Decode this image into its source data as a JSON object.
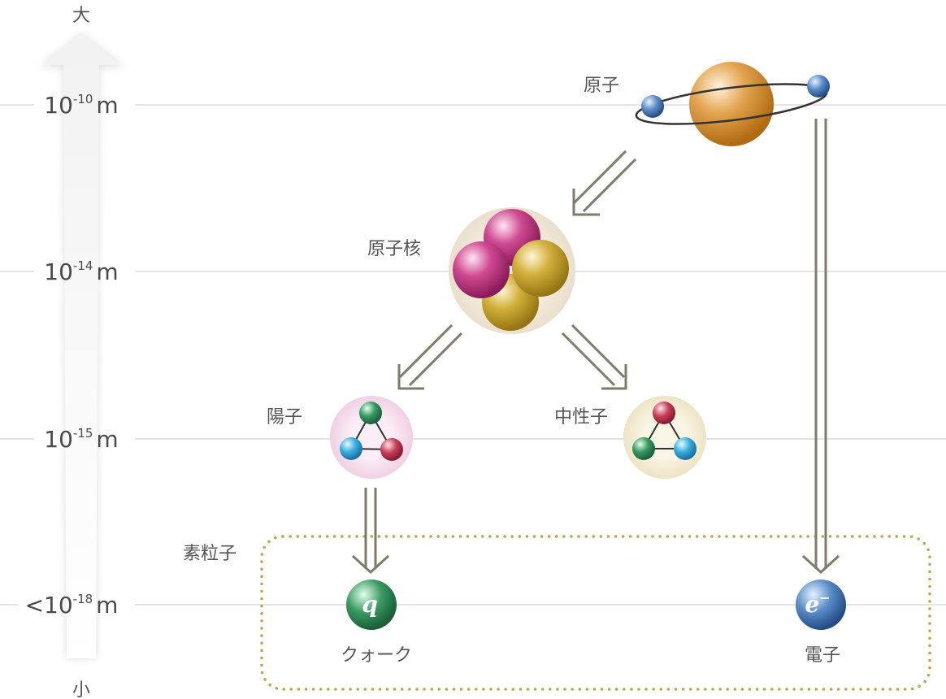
{
  "axis": {
    "top_label": "大",
    "bottom_label": "小",
    "scales": [
      {
        "prefix": "10",
        "exponent": "-10",
        "unit": "m"
      },
      {
        "prefix": "10",
        "exponent": "-14",
        "unit": "m"
      },
      {
        "prefix": "10",
        "exponent": "-15",
        "unit": "m"
      },
      {
        "prefix": "<10",
        "exponent": "-18",
        "unit": "m"
      }
    ]
  },
  "nodes": {
    "atom": "原子",
    "nucleus": "原子核",
    "proton": "陽子",
    "neutron": "中性子",
    "elementary_group": "素粒子",
    "quark": "クォーク",
    "electron": "電子"
  },
  "symbols": {
    "quark": "q",
    "electron": "e",
    "electron_charge": "−"
  },
  "colors": {
    "arrow": "#7d7b6a",
    "group_border": "#b8a84a",
    "quark": "#2e8a5a",
    "electron": "#3e6fa6",
    "atom": "#d08a2a"
  }
}
